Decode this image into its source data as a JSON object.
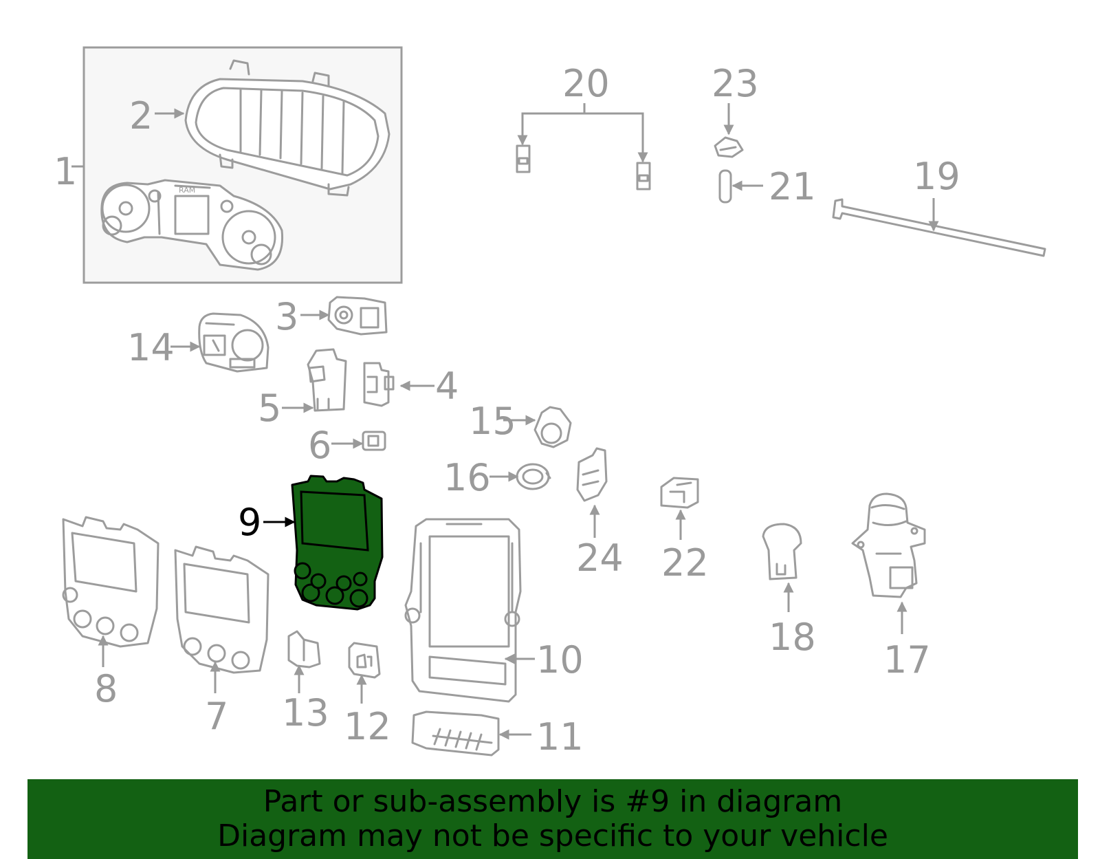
{
  "colors": {
    "highlight_fill": "#136113",
    "banner_background": "#136113",
    "part_stroke": "#9c9c9c",
    "label_text": "#9a9a9a",
    "highlight_label": "#000000"
  },
  "highlighted_part": "9",
  "callouts": {
    "c1": "1",
    "c2": "2",
    "c3": "3",
    "c4": "4",
    "c5": "5",
    "c6": "6",
    "c7": "7",
    "c8": "8",
    "c9": "9",
    "c10": "10",
    "c11": "11",
    "c12": "12",
    "c13": "13",
    "c14": "14",
    "c15": "15",
    "c16": "16",
    "c17": "17",
    "c18": "18",
    "c19": "19",
    "c20": "20",
    "c21": "21",
    "c22": "22",
    "c23": "23",
    "c24": "24"
  },
  "banner": {
    "line1": "Part or sub-assembly is #9 in diagram",
    "line2": "Diagram may not be specific to your vehicle"
  }
}
